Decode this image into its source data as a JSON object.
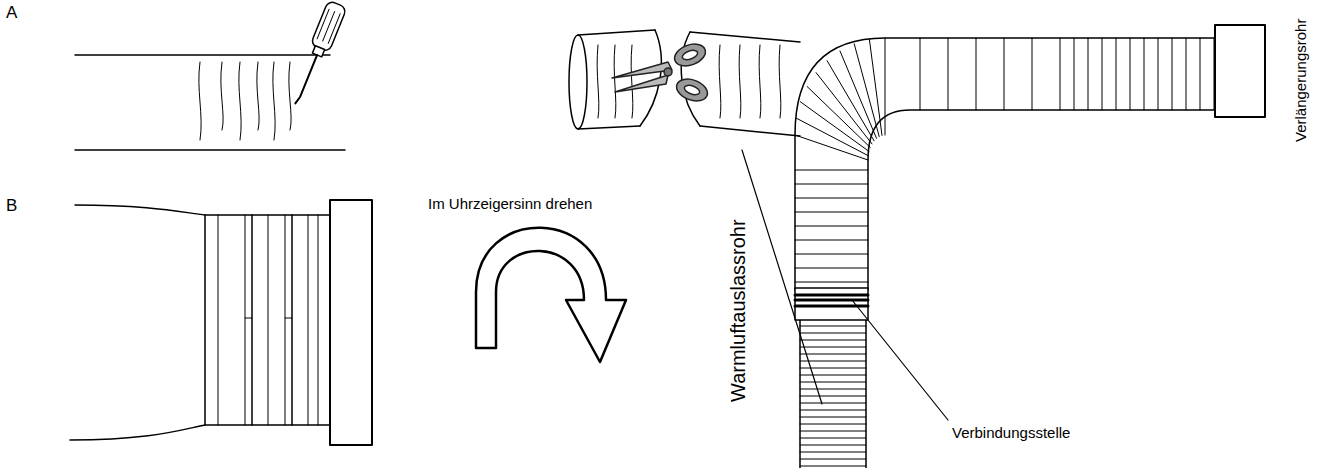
{
  "diagram": {
    "labels": [
      "A",
      "B",
      "Im Uhrzeigersinn drehen",
      "Warmluftauslassrohr",
      "Verlängerungsrohr",
      "Verbindungsstelle"
    ]
  }
}
